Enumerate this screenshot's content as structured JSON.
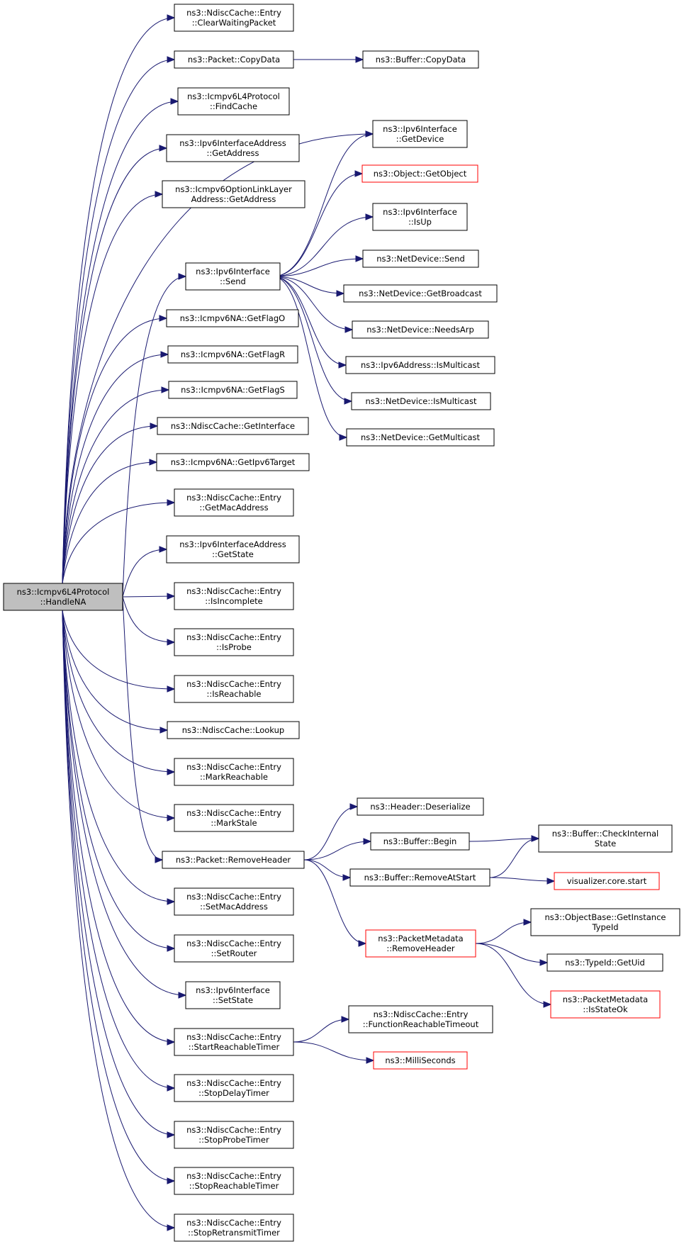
{
  "diagram": {
    "title": "",
    "colors": {
      "edge": "#191970",
      "node_border": "#000000",
      "node_border_missing": "#ff0000",
      "root_fill": "#bfbfbf"
    },
    "nodes": [
      {
        "id": "root",
        "lines": [
          "ns3::Icmpv6L4Protocol",
          "::HandleNA"
        ],
        "style": "root"
      },
      {
        "id": "n1",
        "lines": [
          "ns3::NdiscCache::Entry",
          "::ClearWaitingPacket"
        ]
      },
      {
        "id": "n2",
        "lines": [
          "ns3::Packet::CopyData"
        ]
      },
      {
        "id": "n3",
        "lines": [
          "ns3::Buffer::CopyData"
        ]
      },
      {
        "id": "n4",
        "lines": [
          "ns3::Icmpv6L4Protocol",
          "::FindCache"
        ]
      },
      {
        "id": "n5",
        "lines": [
          "ns3::Ipv6InterfaceAddress",
          "::GetAddress"
        ]
      },
      {
        "id": "n6",
        "lines": [
          "ns3::Icmpv6OptionLinkLayer",
          "Address::GetAddress"
        ]
      },
      {
        "id": "n7",
        "lines": [
          "ns3::Ipv6Interface",
          "::Send"
        ]
      },
      {
        "id": "n8",
        "lines": [
          "ns3::Ipv6Interface",
          "::GetDevice"
        ]
      },
      {
        "id": "n9",
        "lines": [
          "ns3::Object::GetObject"
        ],
        "style": "red"
      },
      {
        "id": "n10",
        "lines": [
          "ns3::Ipv6Interface",
          "::IsUp"
        ]
      },
      {
        "id": "n11",
        "lines": [
          "ns3::NetDevice::Send"
        ]
      },
      {
        "id": "n12",
        "lines": [
          "ns3::NetDevice::GetBroadcast"
        ]
      },
      {
        "id": "n13",
        "lines": [
          "ns3::NetDevice::NeedsArp"
        ]
      },
      {
        "id": "n14",
        "lines": [
          "ns3::Ipv6Address::IsMulticast"
        ]
      },
      {
        "id": "n15",
        "lines": [
          "ns3::NetDevice::IsMulticast"
        ]
      },
      {
        "id": "n16",
        "lines": [
          "ns3::NetDevice::GetMulticast"
        ]
      },
      {
        "id": "n17",
        "lines": [
          "ns3::Icmpv6NA::GetFlagO"
        ]
      },
      {
        "id": "n18",
        "lines": [
          "ns3::Icmpv6NA::GetFlagR"
        ]
      },
      {
        "id": "n19",
        "lines": [
          "ns3::Icmpv6NA::GetFlagS"
        ]
      },
      {
        "id": "n20",
        "lines": [
          "ns3::NdiscCache::GetInterface"
        ]
      },
      {
        "id": "n21",
        "lines": [
          "ns3::Icmpv6NA::GetIpv6Target"
        ]
      },
      {
        "id": "n22",
        "lines": [
          "ns3::NdiscCache::Entry",
          "::GetMacAddress"
        ]
      },
      {
        "id": "n23",
        "lines": [
          "ns3::Ipv6InterfaceAddress",
          "::GetState"
        ]
      },
      {
        "id": "n24",
        "lines": [
          "ns3::NdiscCache::Entry",
          "::IsIncomplete"
        ]
      },
      {
        "id": "n25",
        "lines": [
          "ns3::NdiscCache::Entry",
          "::IsProbe"
        ]
      },
      {
        "id": "n26",
        "lines": [
          "ns3::NdiscCache::Entry",
          "::IsReachable"
        ]
      },
      {
        "id": "n27",
        "lines": [
          "ns3::NdiscCache::Lookup"
        ]
      },
      {
        "id": "n28",
        "lines": [
          "ns3::NdiscCache::Entry",
          "::MarkReachable"
        ]
      },
      {
        "id": "n29",
        "lines": [
          "ns3::NdiscCache::Entry",
          "::MarkStale"
        ]
      },
      {
        "id": "n30",
        "lines": [
          "ns3::Packet::RemoveHeader"
        ]
      },
      {
        "id": "n31",
        "lines": [
          "ns3::Header::Deserialize"
        ]
      },
      {
        "id": "n32",
        "lines": [
          "ns3::Buffer::Begin"
        ]
      },
      {
        "id": "n33",
        "lines": [
          "ns3::Buffer::CheckInternal",
          "State"
        ]
      },
      {
        "id": "n34",
        "lines": [
          "ns3::Buffer::RemoveAtStart"
        ]
      },
      {
        "id": "n35",
        "lines": [
          "visualizer.core.start"
        ],
        "style": "red"
      },
      {
        "id": "n36",
        "lines": [
          "ns3::PacketMetadata",
          "::RemoveHeader"
        ],
        "style": "red"
      },
      {
        "id": "n37",
        "lines": [
          "ns3::ObjectBase::GetInstance",
          "TypeId"
        ]
      },
      {
        "id": "n38",
        "lines": [
          "ns3::TypeId::GetUid"
        ]
      },
      {
        "id": "n39",
        "lines": [
          "ns3::PacketMetadata",
          "::IsStateOk"
        ],
        "style": "red"
      },
      {
        "id": "n40",
        "lines": [
          "ns3::NdiscCache::Entry",
          "::SetMacAddress"
        ]
      },
      {
        "id": "n41",
        "lines": [
          "ns3::NdiscCache::Entry",
          "::SetRouter"
        ]
      },
      {
        "id": "n42",
        "lines": [
          "ns3::Ipv6Interface",
          "::SetState"
        ]
      },
      {
        "id": "n43",
        "lines": [
          "ns3::NdiscCache::Entry",
          "::StartReachableTimer"
        ]
      },
      {
        "id": "n44",
        "lines": [
          "ns3::NdiscCache::Entry",
          "::FunctionReachableTimeout"
        ]
      },
      {
        "id": "n45",
        "lines": [
          "ns3::MilliSeconds"
        ],
        "style": "red"
      },
      {
        "id": "n46",
        "lines": [
          "ns3::NdiscCache::Entry",
          "::StopDelayTimer"
        ]
      },
      {
        "id": "n47",
        "lines": [
          "ns3::NdiscCache::Entry",
          "::StopProbeTimer"
        ]
      },
      {
        "id": "n48",
        "lines": [
          "ns3::NdiscCache::Entry",
          "::StopReachableTimer"
        ]
      },
      {
        "id": "n49",
        "lines": [
          "ns3::NdiscCache::Entry",
          "::StopRetransmitTimer"
        ]
      }
    ],
    "edges": [
      [
        "root",
        "n1"
      ],
      [
        "root",
        "n2"
      ],
      [
        "root",
        "n4"
      ],
      [
        "root",
        "n5"
      ],
      [
        "root",
        "n6"
      ],
      [
        "root",
        "n8"
      ],
      [
        "root",
        "n7"
      ],
      [
        "root",
        "n17"
      ],
      [
        "root",
        "n18"
      ],
      [
        "root",
        "n19"
      ],
      [
        "root",
        "n20"
      ],
      [
        "root",
        "n21"
      ],
      [
        "root",
        "n22"
      ],
      [
        "root",
        "n23"
      ],
      [
        "root",
        "n24"
      ],
      [
        "root",
        "n25"
      ],
      [
        "root",
        "n26"
      ],
      [
        "root",
        "n27"
      ],
      [
        "root",
        "n28"
      ],
      [
        "root",
        "n29"
      ],
      [
        "root",
        "n30"
      ],
      [
        "root",
        "n40"
      ],
      [
        "root",
        "n41"
      ],
      [
        "root",
        "n42"
      ],
      [
        "root",
        "n43"
      ],
      [
        "root",
        "n46"
      ],
      [
        "root",
        "n47"
      ],
      [
        "root",
        "n48"
      ],
      [
        "root",
        "n49"
      ],
      [
        "n2",
        "n3"
      ],
      [
        "n7",
        "n8"
      ],
      [
        "n7",
        "n9"
      ],
      [
        "n7",
        "n10"
      ],
      [
        "n7",
        "n11"
      ],
      [
        "n7",
        "n12"
      ],
      [
        "n7",
        "n13"
      ],
      [
        "n7",
        "n14"
      ],
      [
        "n7",
        "n15"
      ],
      [
        "n7",
        "n16"
      ],
      [
        "n30",
        "n31"
      ],
      [
        "n30",
        "n32"
      ],
      [
        "n30",
        "n34"
      ],
      [
        "n30",
        "n36"
      ],
      [
        "n32",
        "n33"
      ],
      [
        "n34",
        "n33"
      ],
      [
        "n34",
        "n35"
      ],
      [
        "n36",
        "n37"
      ],
      [
        "n36",
        "n38"
      ],
      [
        "n36",
        "n39"
      ],
      [
        "n43",
        "n44"
      ],
      [
        "n43",
        "n45"
      ]
    ]
  }
}
